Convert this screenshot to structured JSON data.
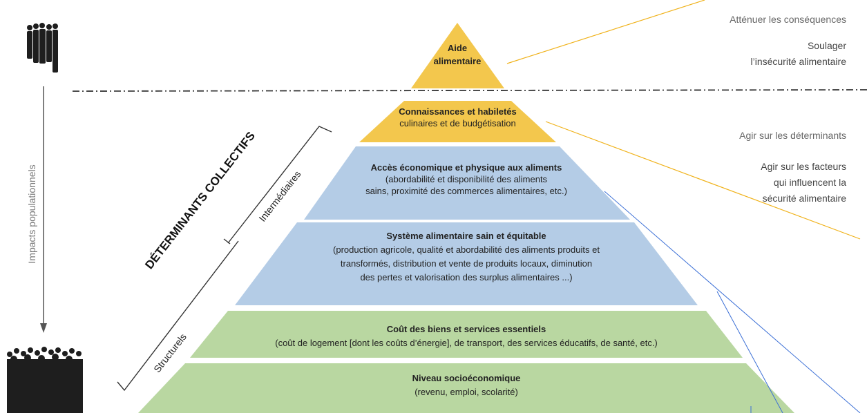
{
  "colors": {
    "top_tier": "#f3c74d",
    "middle_tier": "#b4cce6",
    "base_tier": "#b9d7a1",
    "connector_orange": "#f0b21a",
    "connector_blue": "#3b6fd6"
  },
  "pyramid": {
    "aide": {
      "line1": "Aide",
      "line2": "alimentaire"
    },
    "connaissances": {
      "title": "Connaissances et habiletés",
      "desc": "culinaires et de budgétisation"
    },
    "acces": {
      "title": "Accès économique et physique aux aliments",
      "desc1": "(abordabilité et disponibilité des aliments",
      "desc2": "sains, proximité des commerces alimentaires, etc.)"
    },
    "systeme": {
      "title": "Système alimentaire sain et équitable",
      "desc1": "(production agricole, qualité et abordabilité des aliments produits et",
      "desc2": "transformés, distribution et vente de produits locaux, diminution",
      "desc3": "des pertes et valorisation des surplus alimentaires ...)"
    },
    "cout": {
      "title": "Coût des biens et services essentiels",
      "desc": "(coût de logement [dont les coûts d’énergie], de transport, des services éducatifs, de santé, etc.)"
    },
    "niveau": {
      "title": "Niveau socioéconomique",
      "desc": "(revenu, emploi, scolarité)"
    }
  },
  "left": {
    "impacts": "Impacts populationnels",
    "determinants": "DÉTERMINANTS COLLECTIFS",
    "intermediaires": "Intermédiaires",
    "structurels": "Structurels"
  },
  "right": {
    "attenuer": "Atténuer les conséquences",
    "soulager1": "Soulager",
    "soulager2": "l’insécurité alimentaire",
    "agir_det": "Agir sur les déterminants",
    "agir1": "Agir sur les facteurs",
    "agir2": "qui influencent la",
    "agir3": "sécurité alimentaire"
  },
  "icons": [
    "people-small-group-icon",
    "people-crowd-icon"
  ]
}
